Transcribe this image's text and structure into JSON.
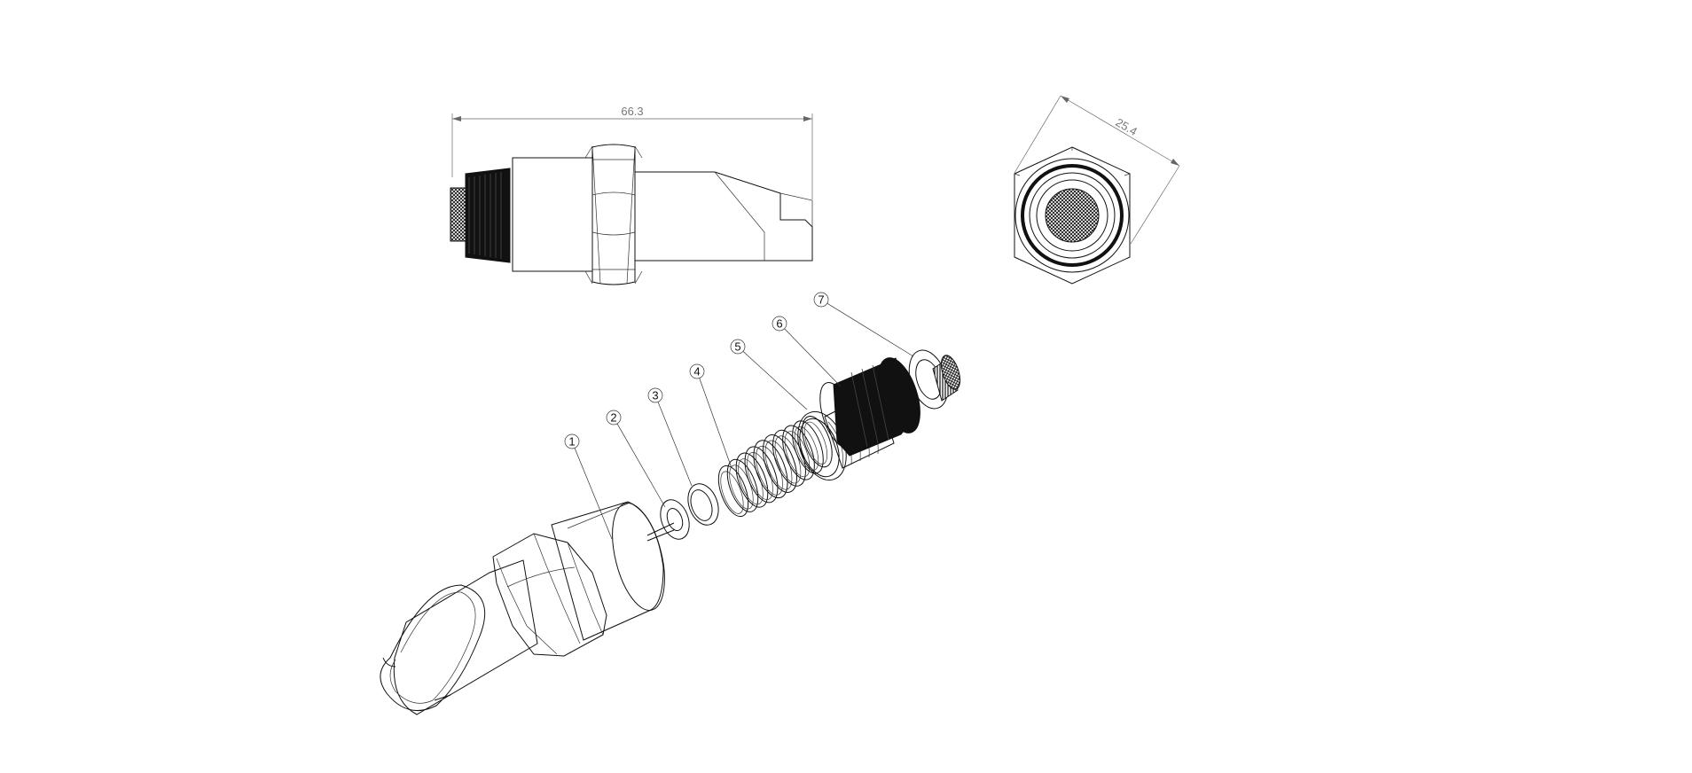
{
  "dimensions": {
    "length": "66.3",
    "across_flats": "25.4"
  },
  "balloons": [
    {
      "id": "1",
      "label": "1"
    },
    {
      "id": "2",
      "label": "2"
    },
    {
      "id": "3",
      "label": "3"
    },
    {
      "id": "4",
      "label": "4"
    },
    {
      "id": "5",
      "label": "5"
    },
    {
      "id": "6",
      "label": "6"
    },
    {
      "id": "7",
      "label": "7"
    }
  ],
  "colors": {
    "line": "#111111",
    "dimension": "#777777",
    "background": "#ffffff"
  }
}
